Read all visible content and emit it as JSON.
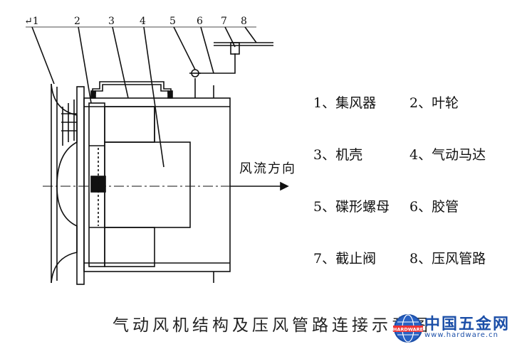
{
  "part_numbers": [
    "↵1",
    "2",
    "3",
    "4",
    "5",
    "6",
    "7",
    "8"
  ],
  "flow_label": "风流方向",
  "legend": [
    [
      "1、集风器",
      "2、叶轮"
    ],
    [
      "3、机壳",
      "4、气动马达"
    ],
    [
      "5、碟形螺母",
      "6、胶管"
    ],
    [
      "7、截止阀",
      "8、压风管路"
    ]
  ],
  "caption": "气动风机结构及压风管路连接示意图",
  "watermark": {
    "title": "中国五金网",
    "url": "www.hardware.cn",
    "badge_text": "HARDWARE"
  },
  "colors": {
    "line": "#111111",
    "watermark": "#1c4fa8"
  }
}
